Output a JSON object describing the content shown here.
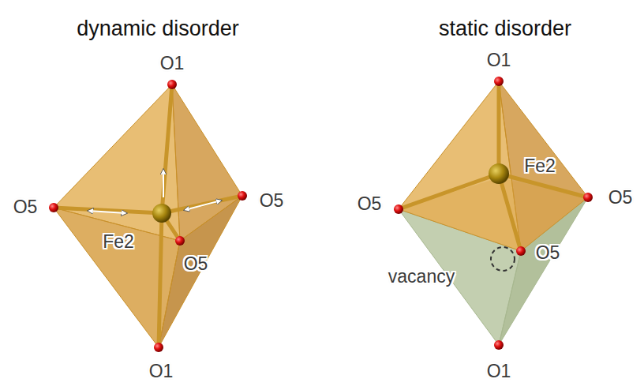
{
  "diagram": {
    "labels": [
      "dynamic disorder",
      "O1",
      "O5",
      "O5",
      "Fe2",
      "O5",
      "O1",
      "static disorder",
      "O1",
      "Fe2",
      "O5",
      "O5",
      "O5",
      "vacancy",
      "O1"
    ]
  }
}
